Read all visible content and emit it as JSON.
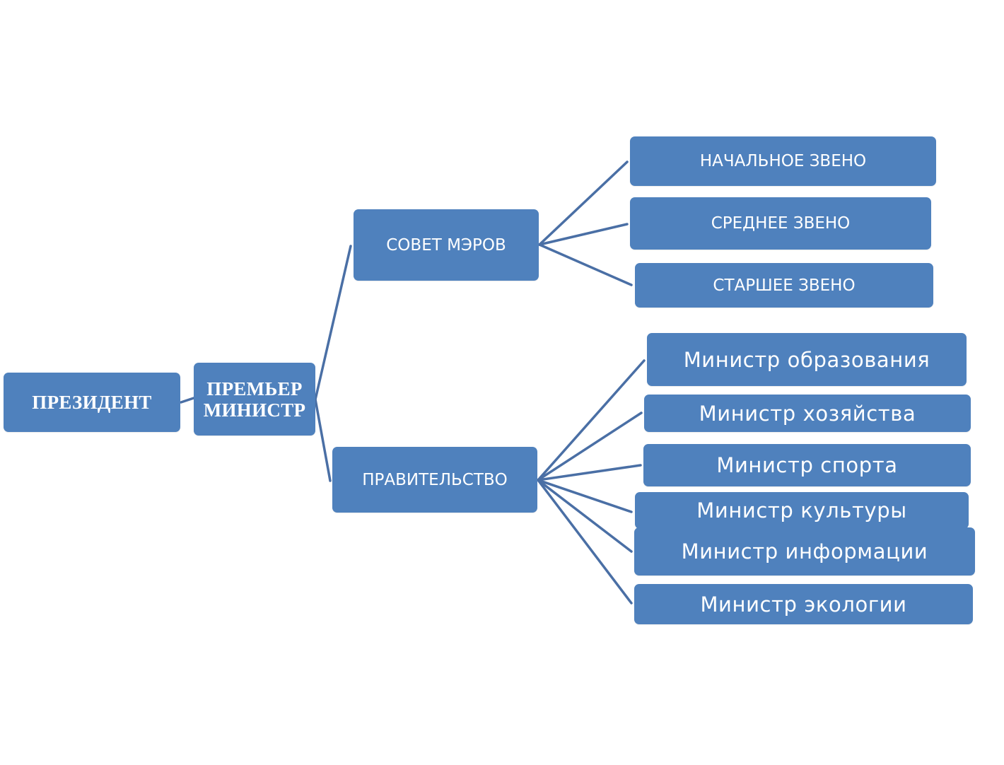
{
  "colors": {
    "node_fill": "#4f81bd",
    "connector": "#4a6fa5",
    "text": "#ffffff",
    "background": "#ffffff"
  },
  "nodes": {
    "president": "ПРЕЗИДЕНТ",
    "premier_line1": "ПРЕМЬЕР",
    "premier_line2": "МИНИСТР",
    "council": "СОВЕТ МЭРОВ",
    "government": "ПРАВИТЕЛЬСТВО"
  },
  "council_children": [
    "НАЧАЛЬНОЕ ЗВЕНО",
    "СРЕДНЕЕ ЗВЕНО",
    "СТАРШЕЕ ЗВЕНО"
  ],
  "ministers": [
    "Министр образования",
    "Министр хозяйства",
    "Министр спорта",
    "Министр культуры",
    "Министр информации",
    "Министр экологии"
  ]
}
